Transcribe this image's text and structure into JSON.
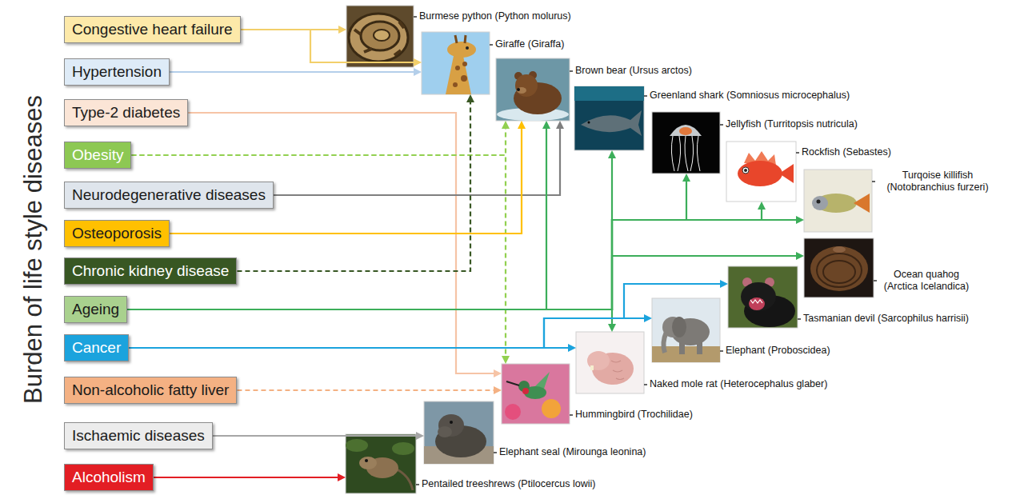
{
  "diagram": {
    "title": "Burden of life style diseases",
    "nodes": [
      {
        "text": [
          "Congestive heart failure"
        ]
      },
      {
        "text": [
          "Hypertension"
        ]
      },
      {
        "text": [
          "Type-2 diabetes"
        ]
      },
      {
        "text": [
          "Obesity"
        ]
      },
      {
        "text": [
          "Neurodegenerative diseases"
        ]
      },
      {
        "text": [
          "Osteoporosis"
        ]
      },
      {
        "text": [
          "Chronic kidney disease"
        ]
      },
      {
        "text": [
          "Ageing"
        ]
      },
      {
        "text": [
          "Cancer"
        ]
      },
      {
        "text": [
          "Non-alcoholic fatty liver"
        ]
      },
      {
        "text": [
          "Ischaemic diseases"
        ]
      },
      {
        "text": [
          "Alcoholism"
        ]
      },
      {
        "text": [
          "Burmese python (Python molurus)"
        ]
      },
      {
        "text": [
          "Giraffe (Giraffa)"
        ]
      },
      {
        "text": [
          "Brown bear (Ursus arctos)"
        ]
      },
      {
        "text": [
          "Greenland shark (Somniosus microcephalus)"
        ]
      },
      {
        "text": [
          "Jellyfish (Turritopsis nutricula)"
        ]
      },
      {
        "text": [
          "Rockfish (Sebastes)"
        ]
      },
      {
        "text": [
          "Turqoise killifish (Notobranchius furzeri)"
        ]
      },
      {
        "text": [
          "Ocean quahog (Arctica Icelandica)"
        ]
      },
      {
        "text": [
          "Tasmanian devil (Sarcophilus harrisii)"
        ]
      },
      {
        "text": [
          "Elephant (Proboscidea)"
        ]
      },
      {
        "text": [
          "Naked mole rat (Heterocephalus glaber)"
        ]
      },
      {
        "text": [
          "Hummingbird (Trochilidae)"
        ]
      },
      {
        "text": [
          "Elephant seal (Mirounga leonina)"
        ]
      },
      {
        "text": [
          "Pentailed treeshrews (Ptilocercus lowii)"
        ]
      }
    ],
    "edges": [
      {
        "from": 0,
        "to": 12,
        "arrow": "to"
      },
      {
        "from": 0,
        "to": 13,
        "arrow": "to"
      },
      {
        "from": 1,
        "to": 13,
        "arrow": "to"
      },
      {
        "from": 2,
        "to": 23,
        "arrow": "to"
      },
      {
        "from": 3,
        "to": 14,
        "arrow": "to"
      },
      {
        "from": 3,
        "to": 23,
        "arrow": "to"
      },
      {
        "from": 4,
        "to": 14,
        "arrow": "to"
      },
      {
        "from": 5,
        "to": 14,
        "arrow": "to"
      },
      {
        "from": 6,
        "to": 13,
        "arrow": "to"
      },
      {
        "from": 7,
        "to": 14,
        "arrow": "to"
      },
      {
        "from": 7,
        "to": 15,
        "arrow": "to"
      },
      {
        "from": 7,
        "to": 16,
        "arrow": "to"
      },
      {
        "from": 7,
        "to": 17,
        "arrow": "to"
      },
      {
        "from": 7,
        "to": 18,
        "arrow": "to"
      },
      {
        "from": 7,
        "to": 19,
        "arrow": "to"
      },
      {
        "from": 7,
        "to": 22,
        "arrow": "to"
      },
      {
        "from": 8,
        "to": 22,
        "arrow": "to"
      },
      {
        "from": 8,
        "to": 21,
        "arrow": "to"
      },
      {
        "from": 8,
        "to": 20,
        "arrow": "to"
      },
      {
        "from": 9,
        "to": 23,
        "arrow": "to"
      },
      {
        "from": 10,
        "to": 24,
        "arrow": "to"
      },
      {
        "from": 11,
        "to": 25,
        "arrow": "to"
      }
    ]
  }
}
